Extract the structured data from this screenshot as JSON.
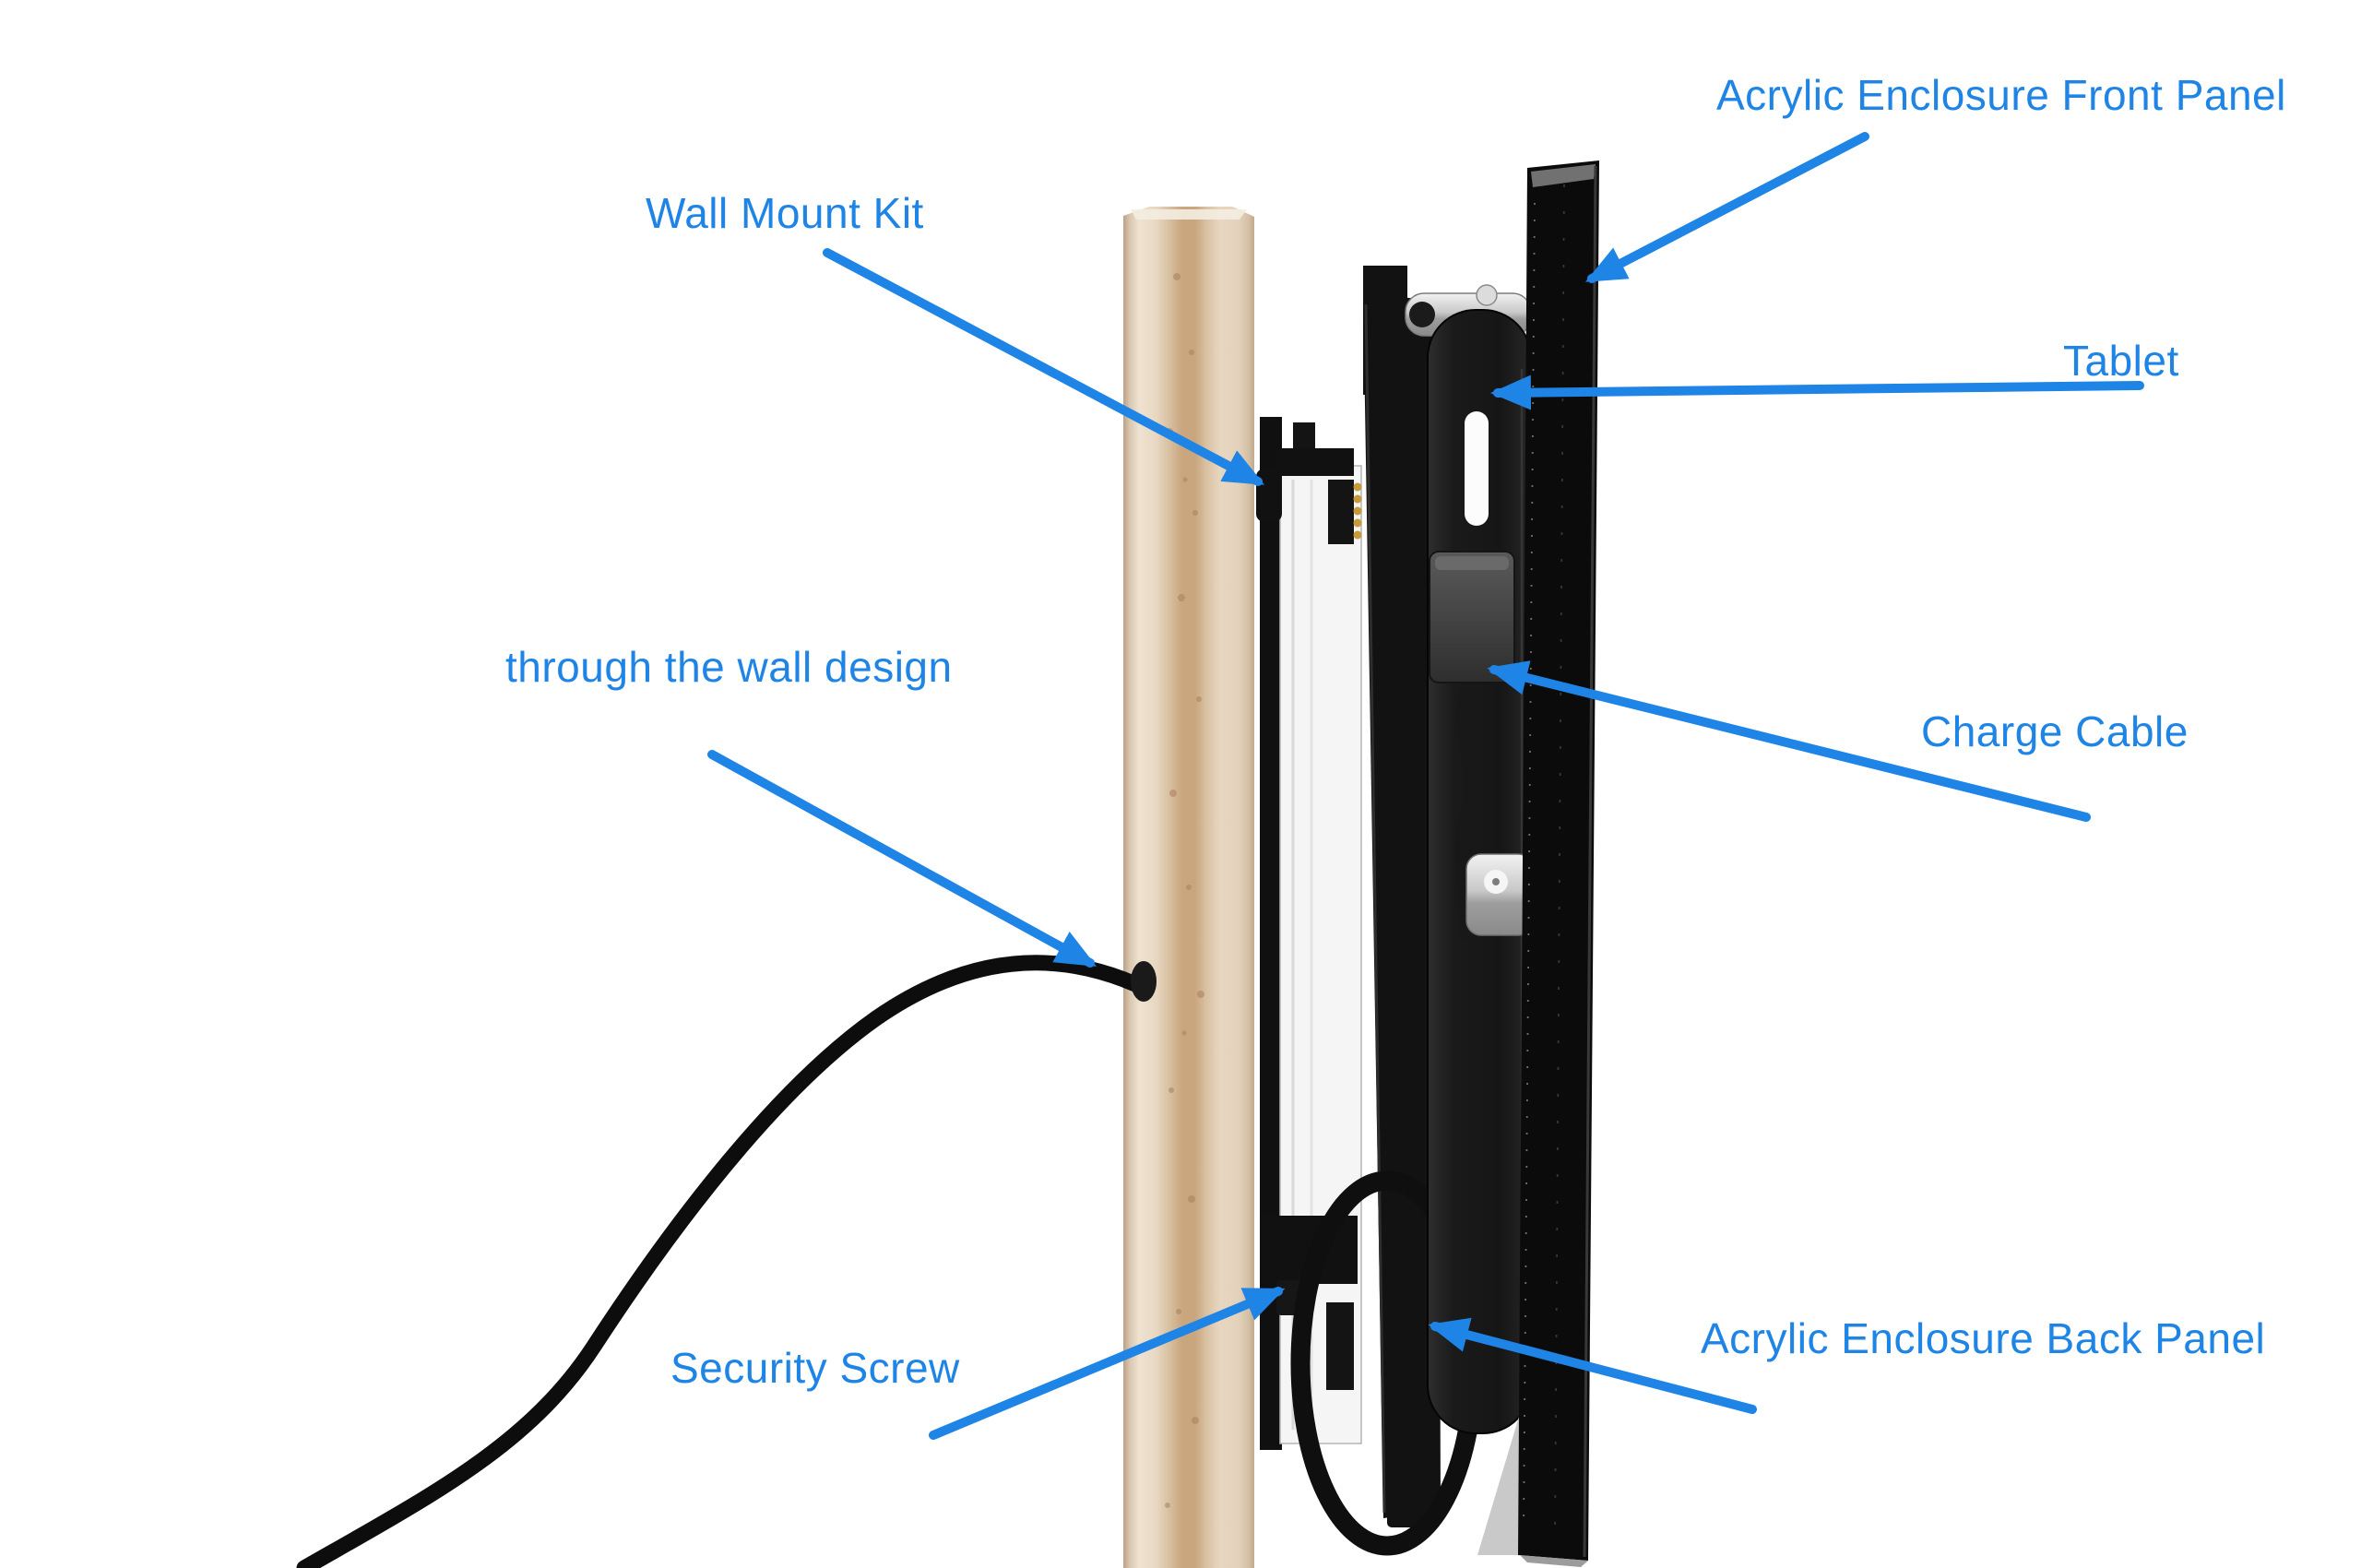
{
  "palette": {
    "accent_blue": "#1e84e6",
    "background": "#ffffff",
    "wood_light": "#ecdfcc",
    "wood_core": "#c9a67e",
    "hardware_black": "#0b0b0b",
    "metal_silver": "#c9c9c9"
  },
  "figure": {
    "description": "Side-view photo of a tablet mounted in an acrylic enclosure on a plywood wall panel, with the charge cable routed through the wall",
    "parts": [
      "plywood-wall-panel",
      "through-wall-cable",
      "wall-mount-kit-bracket",
      "back-plate",
      "security-screw-bracket",
      "acrylic-enclosure-back-panel",
      "tablet",
      "usb-charge-connector",
      "coiled-charge-cable",
      "standoff-screws",
      "acrylic-enclosure-front-panel"
    ]
  },
  "annotations": [
    {
      "id": "acrylic-front-panel",
      "label": "Acrylic Enclosure Front Panel"
    },
    {
      "id": "wall-mount-kit",
      "label": "Wall Mount Kit"
    },
    {
      "id": "tablet",
      "label": "Tablet"
    },
    {
      "id": "through-wall",
      "label": "through the wall design"
    },
    {
      "id": "charge-cable",
      "label": "Charge Cable"
    },
    {
      "id": "security-screw",
      "label": "Security Screw"
    },
    {
      "id": "acrylic-back-panel",
      "label": "Acrylic Enclosure Back Panel"
    }
  ]
}
